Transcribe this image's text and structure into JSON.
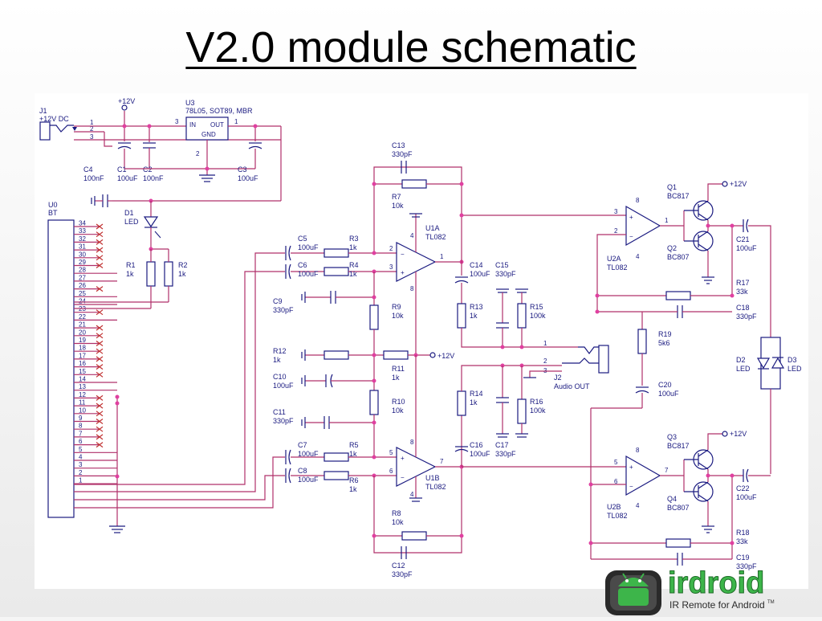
{
  "slide": {
    "title": "V2.0 module schematic"
  },
  "components": {
    "j1": {
      "ref": "J1",
      "desc": "+12V DC",
      "pins": [
        "1",
        "2",
        "3"
      ]
    },
    "u3": {
      "ref": "U3",
      "desc": "78L05, SOT89, MBR",
      "in": "IN",
      "out": "OUT",
      "gnd": "GND",
      "pin1": "1",
      "pin2": "2",
      "pin3": "3"
    },
    "supply": "+12V",
    "c4": {
      "ref": "C4",
      "value": "100nF"
    },
    "c1": {
      "ref": "C1",
      "value": "100uF"
    },
    "c2": {
      "ref": "C2",
      "value": "100nF"
    },
    "c3": {
      "ref": "C3",
      "value": "100uF"
    },
    "u0": {
      "ref": "U0",
      "desc": "BT"
    },
    "d1": {
      "ref": "D1",
      "desc": "LED"
    },
    "r1": {
      "ref": "R1",
      "value": "1k"
    },
    "r2": {
      "ref": "R2",
      "value": "1k"
    },
    "c5": {
      "ref": "C5",
      "value": "100uF"
    },
    "c6": {
      "ref": "C6",
      "value": "100uF"
    },
    "r3": {
      "ref": "R3",
      "value": "1k"
    },
    "r4": {
      "ref": "R4",
      "value": "1k"
    },
    "c9": {
      "ref": "C9",
      "value": "330pF"
    },
    "r12": {
      "ref": "R12",
      "value": "1k"
    },
    "c10": {
      "ref": "C10",
      "value": "100uF"
    },
    "c11": {
      "ref": "C11",
      "value": "330pF"
    },
    "c7": {
      "ref": "C7",
      "value": "100uF"
    },
    "c8": {
      "ref": "C8",
      "value": "100uF"
    },
    "r5": {
      "ref": "R5",
      "value": "1k"
    },
    "r6": {
      "ref": "R6",
      "value": "1k"
    },
    "c13": {
      "ref": "C13",
      "value": "330pF"
    },
    "r7": {
      "ref": "R7",
      "value": "10k"
    },
    "u1a": {
      "ref": "U1A",
      "desc": "TL082"
    },
    "u1b": {
      "ref": "U1B",
      "desc": "TL082"
    },
    "c14": {
      "ref": "C14",
      "value": "100uF"
    },
    "c15": {
      "ref": "C15",
      "value": "330pF"
    },
    "r9": {
      "ref": "R9",
      "value": "10k"
    },
    "r11": {
      "ref": "R11",
      "value": "1k"
    },
    "r10": {
      "ref": "R10",
      "value": "10k"
    },
    "r13": {
      "ref": "R13",
      "value": "1k"
    },
    "r15": {
      "ref": "R15",
      "value": "100k"
    },
    "r14": {
      "ref": "R14",
      "value": "1k"
    },
    "r16": {
      "ref": "R16",
      "value": "100k"
    },
    "j2": {
      "ref": "J2",
      "desc": "Audio OUT"
    },
    "c16": {
      "ref": "C16",
      "value": "100uF"
    },
    "c17": {
      "ref": "C17",
      "value": "330pF"
    },
    "r8": {
      "ref": "R8",
      "value": "10k"
    },
    "c12": {
      "ref": "C12",
      "value": "330pF"
    },
    "q1": {
      "ref": "Q1",
      "desc": "BC817"
    },
    "q2": {
      "ref": "Q2",
      "desc": "BC807"
    },
    "q3": {
      "ref": "Q3",
      "desc": "BC817"
    },
    "q4": {
      "ref": "Q4",
      "desc": "BC807"
    },
    "u2a": {
      "ref": "U2A",
      "desc": "TL082"
    },
    "u2b": {
      "ref": "U2B",
      "desc": "TL082"
    },
    "c21": {
      "ref": "C21",
      "value": "100uF"
    },
    "c22": {
      "ref": "C22",
      "value": "100uF"
    },
    "r17": {
      "ref": "R17",
      "value": "33k"
    },
    "c18": {
      "ref": "C18",
      "value": "330pF"
    },
    "r19": {
      "ref": "R19",
      "value": "5k6"
    },
    "c20": {
      "ref": "C20",
      "value": "100uF"
    },
    "d2": {
      "ref": "D2",
      "desc": "LED"
    },
    "d3": {
      "ref": "D3",
      "desc": "LED"
    },
    "r18": {
      "ref": "R18",
      "value": "33k"
    },
    "c19": {
      "ref": "C19",
      "value": "330pF"
    }
  },
  "bt_pins": [
    "34",
    "33",
    "32",
    "31",
    "30",
    "29",
    "28",
    "27",
    "26",
    "25",
    "24",
    "23",
    "22",
    "21",
    "20",
    "19",
    "18",
    "17",
    "16",
    "15",
    "14",
    "13",
    "12",
    "11",
    "10",
    "9",
    "8",
    "7",
    "6",
    "5",
    "4",
    "3",
    "2",
    "1"
  ],
  "opamp_pins": {
    "p1": "1",
    "p2": "2",
    "p3": "3",
    "p4": "4",
    "p5": "5",
    "p6": "6",
    "p7": "7",
    "p8": "8"
  },
  "logo": {
    "brand": "irdroid",
    "tagline": "IR Remote for Android",
    "mark": "TM"
  },
  "colors": {
    "wire": "#b0306a",
    "component": "#1a1a80",
    "junction": "#e040a0",
    "logo_green": "#3db54a",
    "logo_dark": "#2a2a2a"
  }
}
